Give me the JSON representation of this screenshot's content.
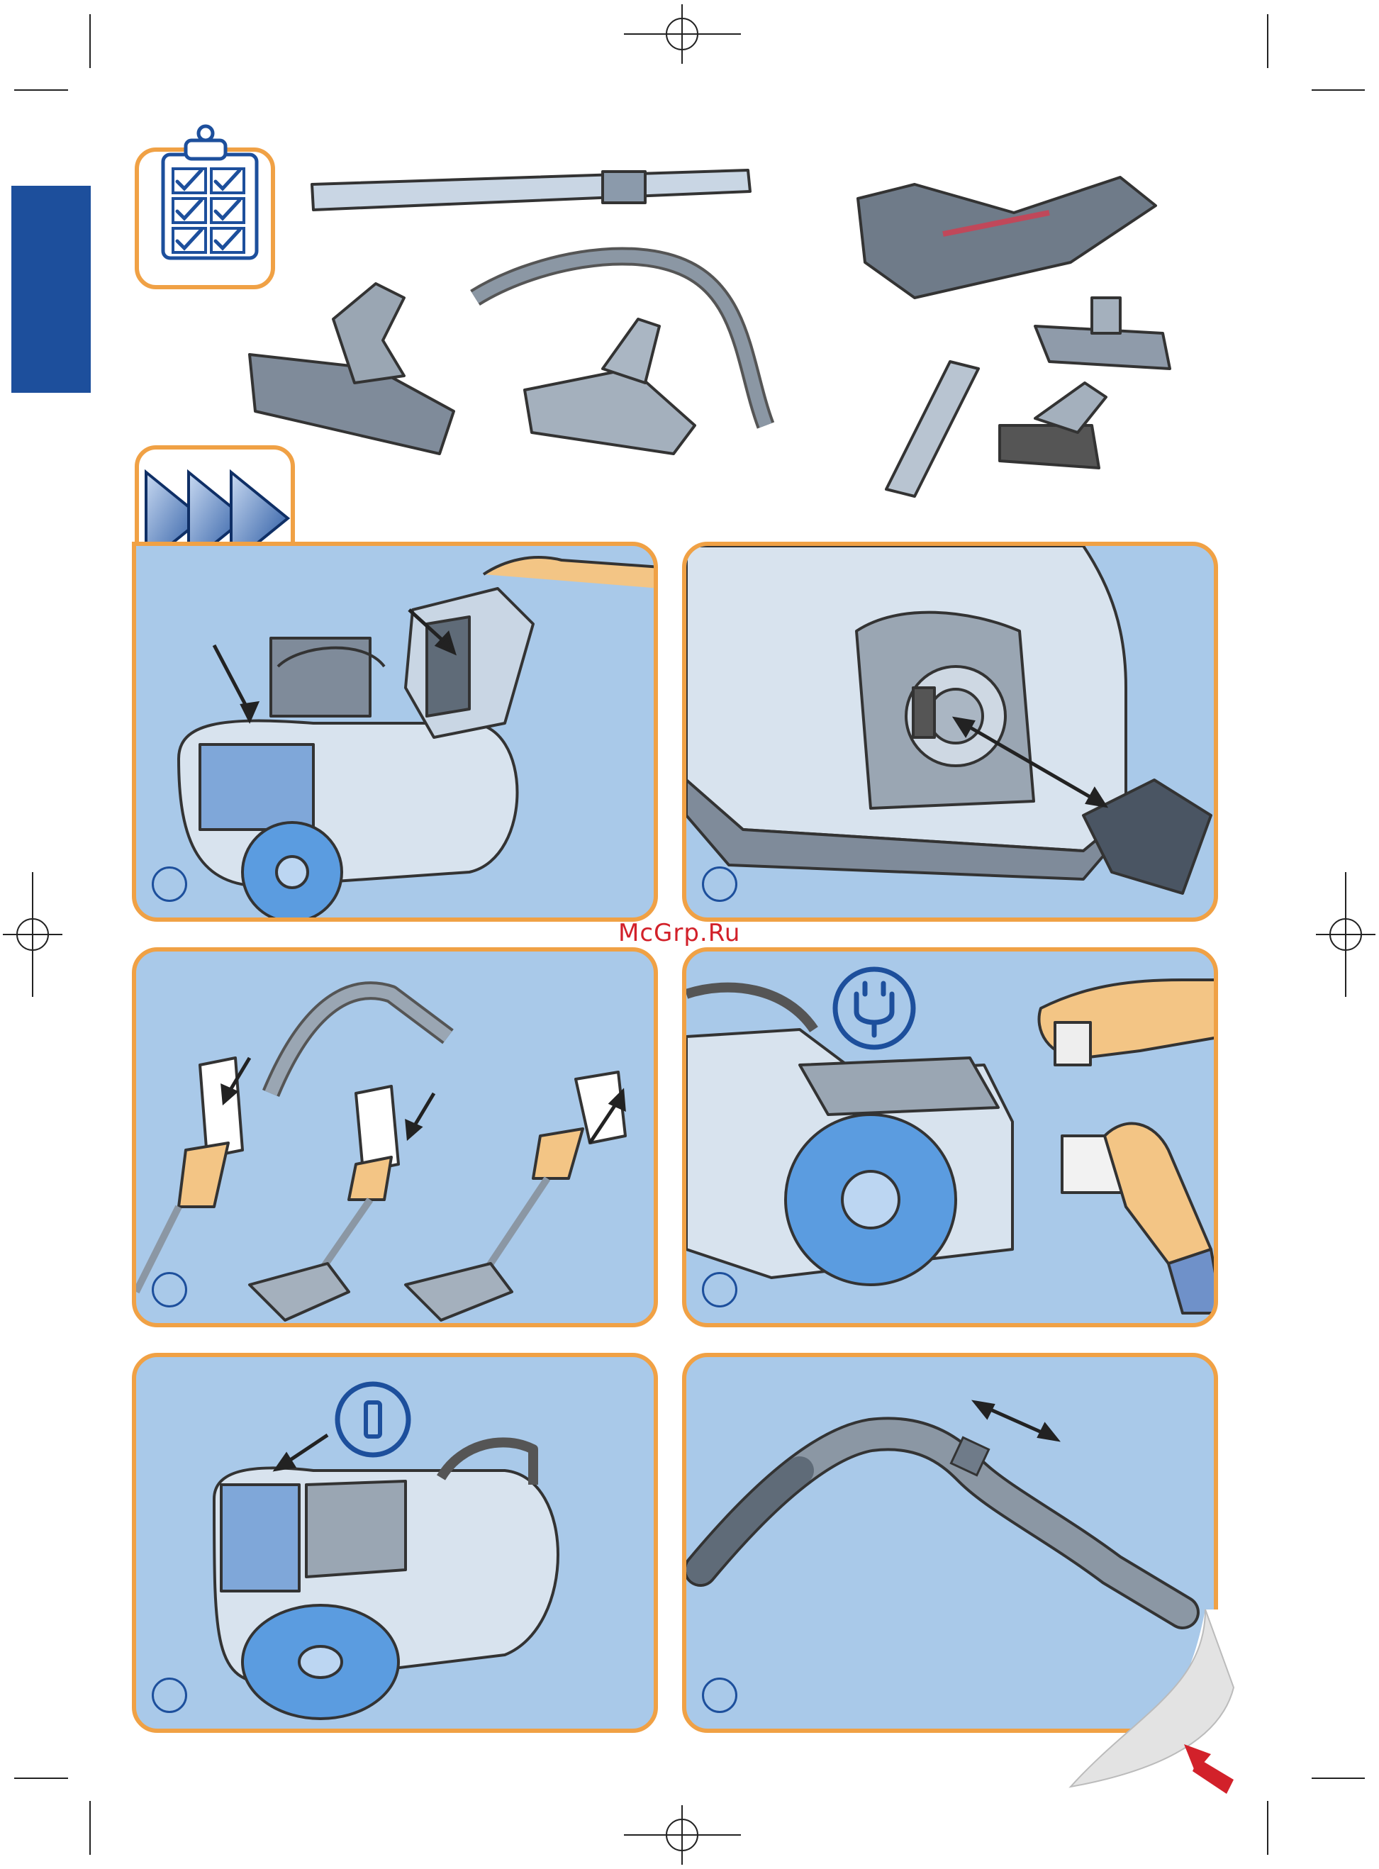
{
  "watermark": {
    "text": "McGrp.Ru"
  },
  "colors": {
    "panel_bg": "#a9c9e9",
    "panel_border": "#f0a145",
    "brand_blue": "#1d4f9c",
    "watermark_red": "#d2212a"
  },
  "icons": {
    "checklist": "checklist-clipboard-icon",
    "fast_forward": "fast-forward-arrows-icon",
    "plug": "power-plug-icon",
    "power_button": "power-button-icon",
    "page_turn": "page-turn-corner-icon"
  },
  "panels": [
    {
      "id": "step-1",
      "illustration": "filter-and-container-insertion"
    },
    {
      "id": "step-2",
      "illustration": "hose-connection-to-body"
    },
    {
      "id": "step-3",
      "illustration": "tube-and-nozzle-assembly"
    },
    {
      "id": "step-4",
      "illustration": "plug-into-socket"
    },
    {
      "id": "step-5",
      "illustration": "press-power-button"
    },
    {
      "id": "step-6",
      "illustration": "hose-handle-adjustment"
    }
  ]
}
